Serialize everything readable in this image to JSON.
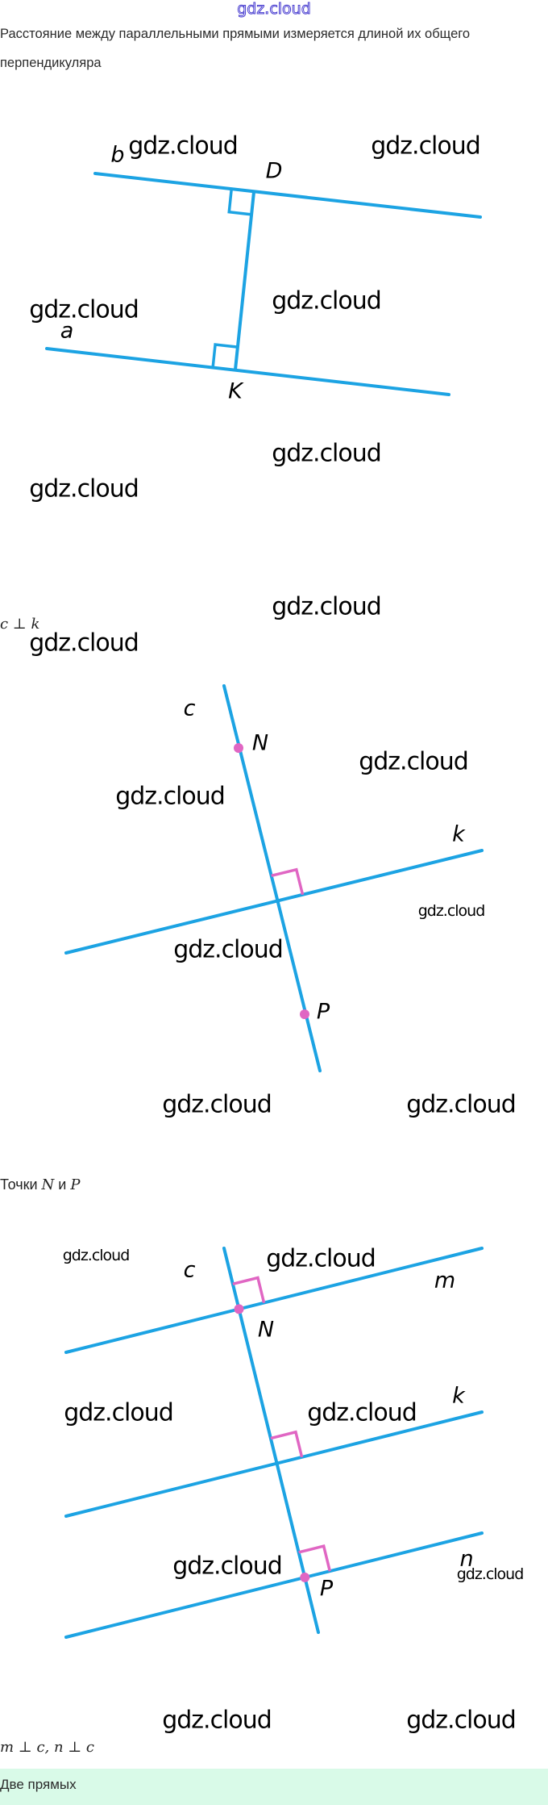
{
  "logo": "gdz.cloud",
  "paragraph": [
    "Расстояние между параллельными прямыми измеряется длиной их общего",
    "перпендикуляра"
  ],
  "figure1": {
    "labels": {
      "b": "b",
      "D": "D",
      "a": "a",
      "K": "K"
    }
  },
  "caption1": "c ⊥ k",
  "figure2": {
    "labels": {
      "c": "c",
      "N": "N",
      "k": "k",
      "P": "P"
    }
  },
  "caption2": {
    "prefix": "Точки ",
    "n": "N",
    "and": " и ",
    "p": "P"
  },
  "figure3": {
    "labels": {
      "c": "c",
      "m": "m",
      "N": "N",
      "k": "k",
      "n": "n",
      "P": "P"
    }
  },
  "caption3": "m ⊥ c, n ⊥ c",
  "answer_bar": "Две прямых",
  "watermark": "gdz.cloud",
  "colors": {
    "line": "#1ca3e3",
    "angle1": "#1ca3e3",
    "angle2": "#e066c3",
    "point": "#e066c3"
  }
}
